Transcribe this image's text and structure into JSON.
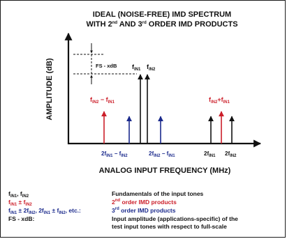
{
  "title": {
    "line1": "IDEAL (NOISE-FREE) IMD SPECTRUM",
    "line2_a": "WITH 2",
    "line2_sup1": "nd",
    "line2_b": " AND 3",
    "line2_sup2": "rd",
    "line2_c": " ORDER IMD PRODUCTS"
  },
  "axes": {
    "y_label": "AMPLITUDE (dB)",
    "x_label": "ANALOG INPUT FREQUENCY (MHz)"
  },
  "annotation": {
    "fs_label": "FS - xdB"
  },
  "colors": {
    "fundamental": "#111111",
    "second_order": "#cc1f2a",
    "third_order": "#1b2a8c"
  },
  "labels": {
    "fin1": {
      "main": "f",
      "sub": "IN1"
    },
    "fin2": {
      "main": "f",
      "sub": "IN2"
    },
    "diff": {
      "m1": "f",
      "s1": "IN2",
      "op": " − f",
      "s2": "IN1"
    },
    "sum": {
      "m1": "f",
      "s1": "IN2",
      "op": "+f",
      "s2": "IN1"
    },
    "t3a": {
      "m1": "2f",
      "s1": "IN1",
      "op": " − f",
      "s2": "IN2"
    },
    "t3b": {
      "m1": "2f",
      "s1": "IN2",
      "op": " − f",
      "s2": "IN1"
    },
    "h2a": {
      "main": "2f",
      "sub": "IN1"
    },
    "h2b": {
      "main": "2f",
      "sub": "IN2"
    }
  },
  "legend": [
    {
      "term_parts": [
        {
          "t": "f"
        },
        {
          "t": "IN1",
          "sub": true
        },
        {
          "t": ", f"
        },
        {
          "t": "IN2",
          "sub": true
        }
      ],
      "desc_parts": [
        {
          "t": "Fundamentals of the input tones"
        }
      ],
      "term_color": "#111111",
      "desc_color": "#111111"
    },
    {
      "term_parts": [
        {
          "t": "f"
        },
        {
          "t": "IN1",
          "sub": true
        },
        {
          "t": " ± f"
        },
        {
          "t": "IN2",
          "sub": true
        }
      ],
      "desc_parts": [
        {
          "t": "2"
        },
        {
          "t": "nd",
          "sup": true
        },
        {
          "t": " order IMD products"
        }
      ],
      "term_color": "#cc1f2a",
      "desc_color": "#cc1f2a"
    },
    {
      "term_parts": [
        {
          "t": "f"
        },
        {
          "t": "IN1",
          "sub": true
        },
        {
          "t": " ± 2f"
        },
        {
          "t": "IN2",
          "sub": true
        },
        {
          "t": ", 2f"
        },
        {
          "t": "IN1",
          "sub": true
        },
        {
          "t": " ± f"
        },
        {
          "t": "IN2",
          "sub": true
        },
        {
          "t": ", etc.:"
        }
      ],
      "desc_parts": [
        {
          "t": "3"
        },
        {
          "t": "rd",
          "sup": true
        },
        {
          "t": " order IMD products"
        }
      ],
      "term_color": "#1b2a8c",
      "desc_color": "#1b2a8c"
    },
    {
      "term_parts": [
        {
          "t": "FS - xdB:"
        }
      ],
      "desc_parts": [
        {
          "t": "Input amplitude (applications-specific) of the"
        }
      ],
      "desc2": "test input tones with respect to full-scale",
      "term_color": "#111111",
      "desc_color": "#111111"
    }
  ]
}
